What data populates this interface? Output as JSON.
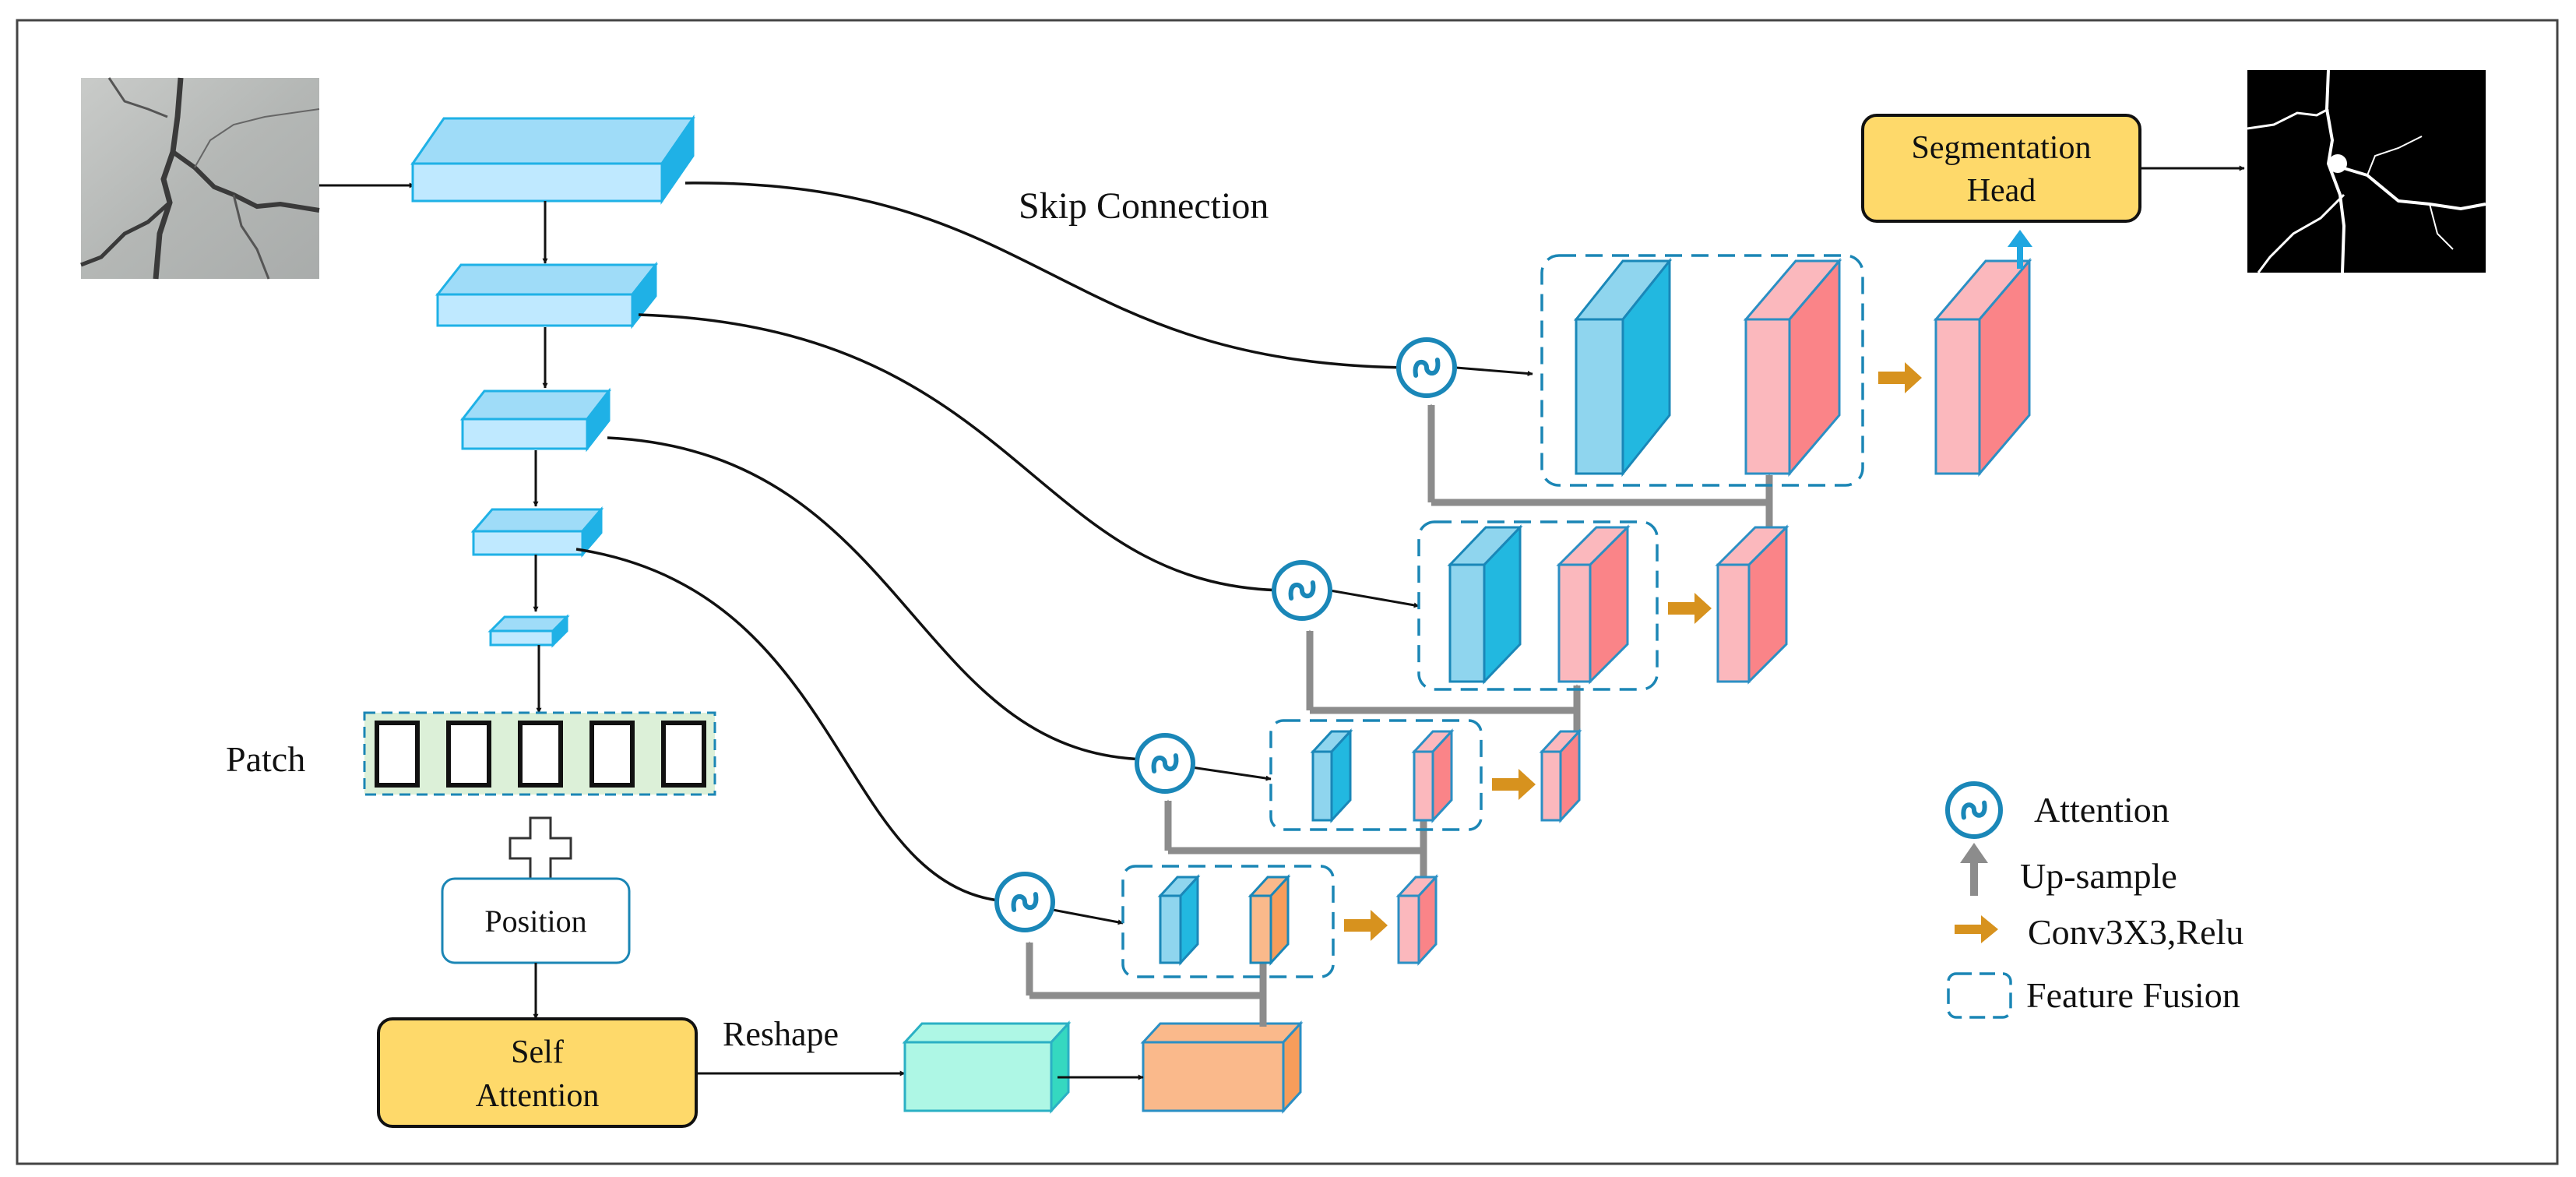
{
  "labels": {
    "skip_connection": "Skip Connection",
    "patch": "Patch",
    "position": "Position",
    "self_attention_line1": "Self",
    "self_attention_line2": "Attention",
    "reshape": "Reshape",
    "segmentation_head_line1": "Segmentation",
    "segmentation_head_line2": "Head"
  },
  "legend": {
    "attention": "Attention",
    "upsample": "Up-sample",
    "conv": "Conv3X3,Relu",
    "fusion": "Feature Fusion"
  },
  "colors": {
    "encoder_block": "#bfe9ff",
    "encoder_side": "#1fb1e6",
    "attention_stroke": "#1a87b8",
    "blue_face": "#8fd5ee",
    "blue_side": "#22b8e0",
    "pink_face": "#fbb8bd",
    "pink_side": "#fa8488",
    "orange_face": "#fab98b",
    "orange_side": "#f79d5b",
    "cyan_face": "#aef7e5",
    "cyan_side": "#35d8c0",
    "head_fill": "#fed96a",
    "upsample_arrow": "#8c8c8c",
    "conv_arrow": "#d7921e",
    "fusion_dash": "#1b86b5"
  }
}
